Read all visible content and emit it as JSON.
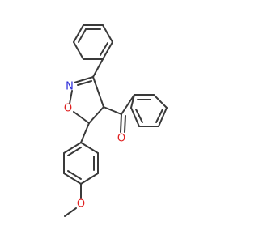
{
  "molecule": {
    "atoms": [
      {
        "id": "N",
        "element": "N",
        "label": "N",
        "color": "#2b2bd9"
      },
      {
        "id": "O_ring",
        "element": "O",
        "label": "O",
        "color": "#e02020"
      },
      {
        "id": "O_carbonyl",
        "element": "O",
        "label": "O",
        "color": "#e02020"
      },
      {
        "id": "O_methoxy",
        "element": "O",
        "label": "O",
        "color": "#e02020"
      }
    ],
    "bond_color": "#3a3a3a"
  }
}
